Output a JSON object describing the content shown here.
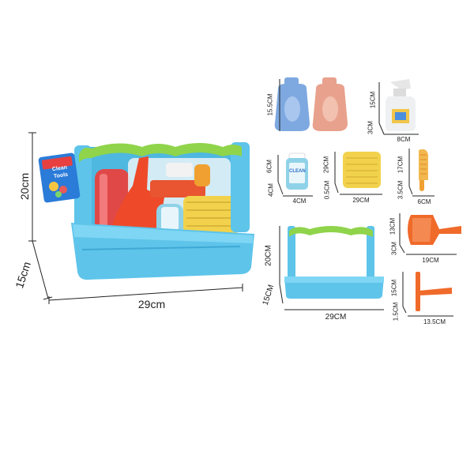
{
  "main_basket": {
    "tag_badge": "",
    "tag_line1": "Clean",
    "tag_line2": "Tools",
    "height_label": "20cm",
    "depth_label": "15cm",
    "width_label": "29cm"
  },
  "components": {
    "bottles": {
      "height_label": "15.5CM"
    },
    "spray": {
      "height_label": "15CM",
      "depth_label": "3CM",
      "width_label": "8CM"
    },
    "cleaner_can": {
      "height_label": "6CM",
      "depth_label": "4CM",
      "width_label": "4CM",
      "can_text": "CLEAN"
    },
    "sponge": {
      "height_label": "29CM",
      "depth_label": "0.5CM",
      "width_label": "29CM"
    },
    "brush": {
      "height_label": "17CM",
      "depth_label": "3.5CM",
      "width_label": "6CM"
    },
    "small_basket": {
      "height_label": "20CM",
      "depth_label": "15CM",
      "width_label": "29CM"
    },
    "dustpan": {
      "height_label": "13CM",
      "depth_label": "3CM",
      "width_label": "19CM"
    },
    "squeegee": {
      "height_label": "15CM",
      "depth_label": "1.5CM",
      "width_label": "13.5CM"
    }
  },
  "colors": {
    "basket_blue": "#5ec4ea",
    "handle_green": "#8fd44a",
    "bottle_blue": "#7ea8e0",
    "bottle_pink": "#e8a18c",
    "tool_orange": "#f06a2a",
    "sponge_yellow": "#f2d24c",
    "bottle_red": "#e04848"
  }
}
